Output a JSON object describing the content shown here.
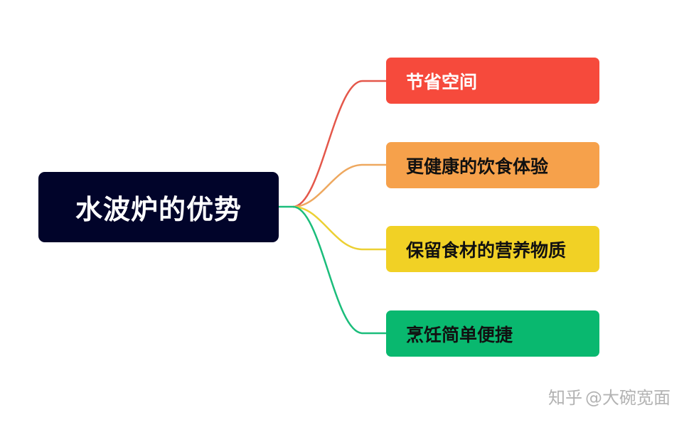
{
  "root": {
    "label": "水波炉的优势",
    "color": "#01042a"
  },
  "branches": [
    {
      "label": "节省空间",
      "color": "#f64a3c",
      "text_color": "#ffffff",
      "line_color": "#e4574a"
    },
    {
      "label": "更健康的饮食体验",
      "color": "#f6a14b",
      "text_color": "#111111",
      "line_color": "#eea85f"
    },
    {
      "label": "保留食材的营养物质",
      "color": "#f1d125",
      "text_color": "#111111",
      "line_color": "#ecd034"
    },
    {
      "label": "烹饪简单便捷",
      "color": "#09b86f",
      "text_color": "#111111",
      "line_color": "#1bbd7b"
    }
  ],
  "root_stub_color": "#1bbd7b",
  "watermark": {
    "site": "知乎",
    "author": "@大碗宽面"
  }
}
